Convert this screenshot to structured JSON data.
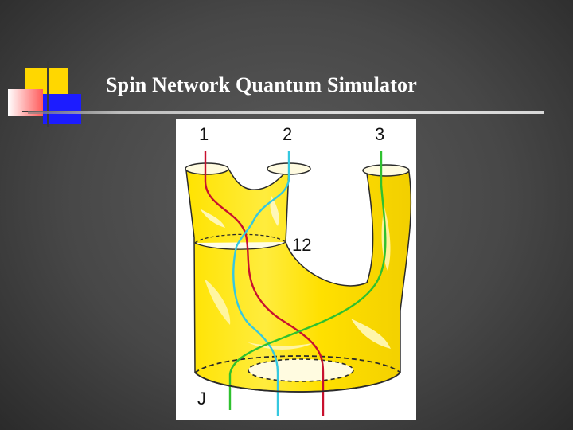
{
  "slide": {
    "title": "Spin Network Quantum Simulator"
  },
  "diagram": {
    "top_labels": [
      "1",
      "2",
      "3"
    ],
    "junction_label": "12",
    "bottom_label": "J",
    "colors": {
      "surface": "#ffe61a",
      "surface_light": "#fff59a",
      "outline": "#2a2a2a",
      "strand_red": "#c8102e",
      "strand_cyan": "#35c8e0",
      "strand_green": "#2fc12f"
    }
  }
}
